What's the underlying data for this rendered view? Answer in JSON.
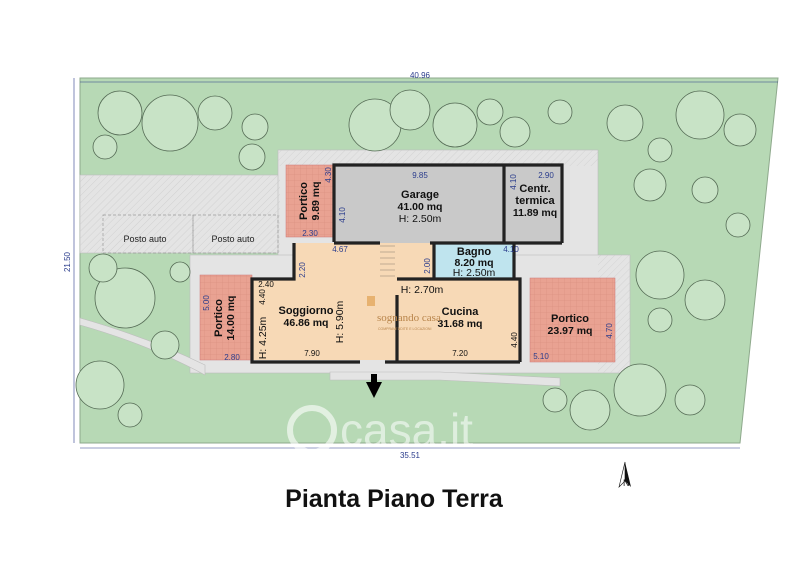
{
  "title": "Pianta Piano Terra",
  "colors": {
    "garden": "#b7d9b5",
    "paving": "#e4e4e4",
    "living": "#f7d9b6",
    "garage": "#c9c9c9",
    "bathroom": "#bfe4ee",
    "portico": "#e9a292",
    "wall": "#222222",
    "dimension": "#2a3c8c"
  },
  "rooms": {
    "garage": {
      "name": "Garage",
      "area": "41.00 mq",
      "height": "H: 2.50m"
    },
    "centrale": {
      "name": "Centr.",
      "name2": "termica",
      "area": "11.89 mq"
    },
    "bagno": {
      "name": "Bagno",
      "area": "8.20 mq",
      "height": "H: 2.50m"
    },
    "soggiorno": {
      "name": "Soggiorno",
      "area": "46.86 mq",
      "height_left": "H: 4.25m",
      "height_right": "H: 5.90m"
    },
    "cucina": {
      "name": "Cucina",
      "area": "31.68 mq",
      "height": "H: 2.70m"
    },
    "portico_top": {
      "name": "Portico",
      "area": "9.89 mq"
    },
    "portico_left": {
      "name": "Portico",
      "area": "14.00 mq"
    },
    "portico_right": {
      "name": "Portico",
      "area": "23.97 mq"
    }
  },
  "parking": [
    "Posto auto",
    "Posto auto"
  ],
  "dimensions": {
    "lot_top": "40.96",
    "lot_bottom": "35.51",
    "lot_left": "21.50",
    "garage_width": "9.85",
    "garage_depth": "4.10",
    "centrale_width": "2.90",
    "centrale_depth": "4.10",
    "portico_top_height": "4.30",
    "portico_top_width": "2.30",
    "bagno_depth": "4.10",
    "bagno_height": "2.00",
    "stairs_width": "4.67",
    "hall_height": "2.20",
    "portico_left_height": "5.00",
    "portico_left_width": "2.80",
    "soggiorno_small": "2.40",
    "soggiorno_depth": "4.40",
    "soggiorno_width": "7.90",
    "cucina_width": "7.20",
    "cucina_depth": "4.40",
    "portico_right_width": "5.10",
    "portico_right_height": "4.70"
  },
  "logo": {
    "text": "sognando casa",
    "sub": "COMPRAVENDITE E LOCAZIONI"
  },
  "watermark": "casa.it",
  "north_label": "N"
}
